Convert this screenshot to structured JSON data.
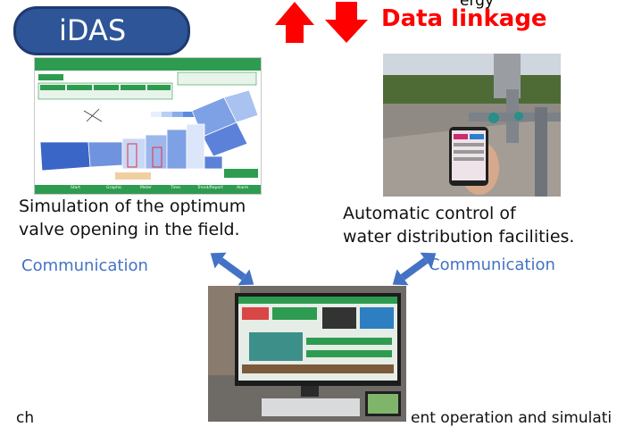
{
  "top_fragment": "ergy",
  "badge_label": "iDAS",
  "linkage": {
    "label": "Data linkage",
    "arrow_color": "#ff0000"
  },
  "simulation_screen": {
    "footer_tabs": [
      "Start",
      "Graphic",
      "Meter",
      "Time",
      "Trend/Report",
      "Alarm"
    ]
  },
  "captions": {
    "left": [
      "Simulation of the optimum",
      "valve opening in the field."
    ],
    "right": [
      "Automatic control of",
      "water distribution facilities."
    ]
  },
  "communication": {
    "left": "Communication",
    "right": "Communication",
    "arrow_color": "#4472c4"
  },
  "bottom_fragment_left": "ch",
  "bottom_fragment_right": "ent operation and simulati",
  "colors": {
    "badge_fill": "#2e5597",
    "screen_green": "#2e9c50"
  }
}
